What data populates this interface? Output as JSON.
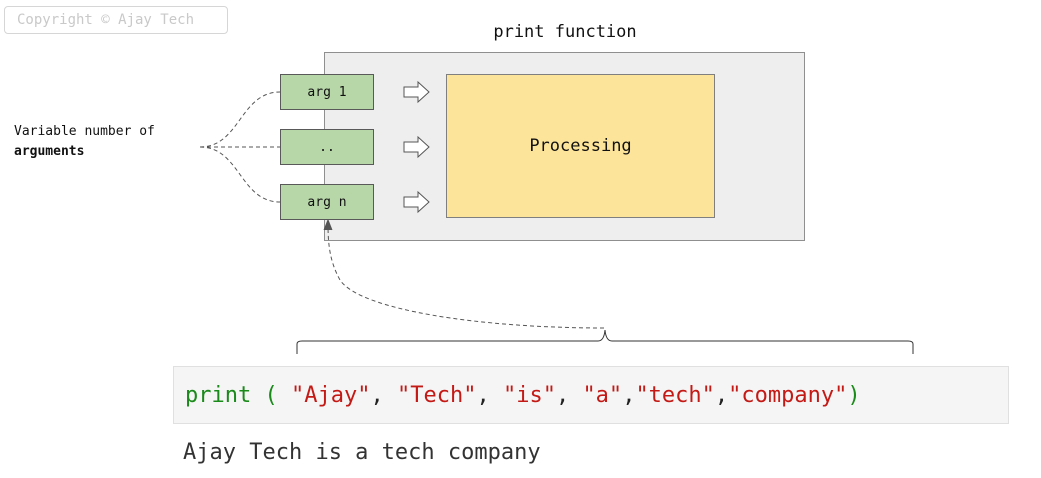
{
  "watermark": "Copyright © Ajay Tech",
  "diagram": {
    "function_title": "print function",
    "args": [
      "arg 1",
      "..",
      "arg n"
    ],
    "processing_label": "Processing",
    "side_label_line1": "Variable number of",
    "side_label_line2": "arguments"
  },
  "code": {
    "keyword": "print",
    "open_paren": " ( ",
    "strings": [
      "\"Ajay\"",
      "\"Tech\"",
      "\"is\"",
      "\"a\"",
      "\"tech\"",
      "\"company\""
    ],
    "separators": [
      ", ",
      ", ",
      ", ",
      ",",
      ","
    ],
    "close_paren": ")"
  },
  "output": "Ajay Tech is a tech company",
  "colors": {
    "arg_fill": "#b7d7a8",
    "processing_fill": "#fde49b",
    "function_box_fill": "#eeeeee",
    "keyword": "#1a8a1a",
    "string": "#c41a16"
  }
}
